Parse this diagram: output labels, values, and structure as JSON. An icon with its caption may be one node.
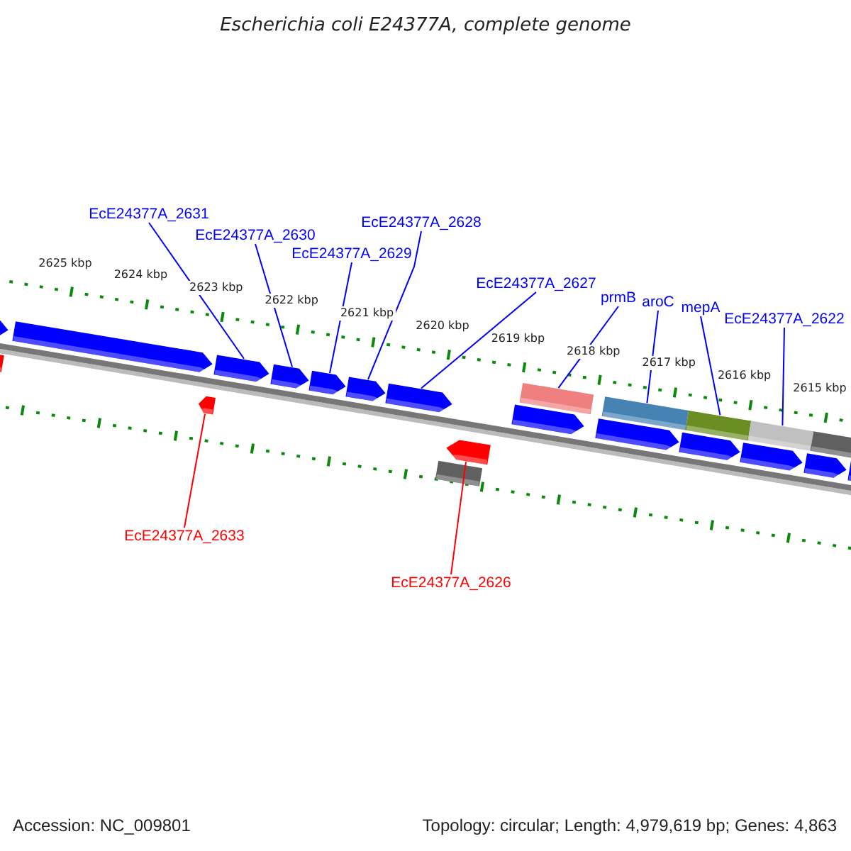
{
  "diagram": {
    "title": "Escherichia coli E24377A, complete genome",
    "nodes": [
      {
        "text": [
          "EcE24377A_2631"
        ]
      },
      {
        "text": [
          "EcE24377A_2630"
        ]
      },
      {
        "text": [
          "EcE24377A_2629"
        ]
      },
      {
        "text": [
          "EcE24377A_2628"
        ]
      },
      {
        "text": [
          "EcE24377A_2627"
        ]
      },
      {
        "text": [
          "prmB"
        ]
      },
      {
        "text": [
          "aroC"
        ]
      },
      {
        "text": [
          "mepA"
        ]
      },
      {
        "text": [
          "EcE24377A_2622"
        ]
      },
      {
        "text": [
          "EcE24377A_2633"
        ]
      },
      {
        "text": [
          "EcE24377A_2626"
        ]
      },
      {
        "text": [],
        "shape": "pentagon"
      },
      {
        "text": [],
        "shape": "pentagon"
      },
      {
        "text": [],
        "shape": "pentagon"
      },
      {
        "text": [],
        "shape": "pentagon"
      },
      {
        "text": [],
        "shape": "pentagon"
      },
      {
        "text": [],
        "shape": "bar"
      },
      {
        "text": [],
        "shape": "bar"
      },
      {
        "text": [],
        "shape": "bar"
      },
      {
        "text": [],
        "shape": "bar"
      },
      {
        "text": [],
        "shape": "pentagon"
      },
      {
        "text": [],
        "shape": "pentagon"
      },
      {
        "text": [],
        "shape": "pentagon"
      },
      {
        "text": [],
        "shape": "pentagon"
      },
      {
        "text": [],
        "shape": "pentagon"
      },
      {
        "text": [],
        "shape": "pentagon"
      },
      {
        "text": [],
        "shape": "pentagon"
      },
      {
        "text": [],
        "shape": "pentagon"
      },
      {
        "text": [],
        "shape": "pentagon"
      },
      {
        "text": [],
        "shape": "pentagon"
      },
      {
        "text": [],
        "shape": "bar"
      },
      {
        "text": [],
        "shape": "pentagon"
      },
      {
        "text": [],
        "shape": "bar"
      }
    ],
    "edges": [
      {
        "from": 0,
        "to": 11,
        "arrow": "none"
      },
      {
        "from": 1,
        "to": 12,
        "arrow": "none"
      },
      {
        "from": 2,
        "to": 13,
        "arrow": "none"
      },
      {
        "from": 3,
        "to": 14,
        "arrow": "none"
      },
      {
        "from": 4,
        "to": 15,
        "arrow": "none"
      },
      {
        "from": 5,
        "to": 16,
        "arrow": "none"
      },
      {
        "from": 6,
        "to": 17,
        "arrow": "none"
      },
      {
        "from": 7,
        "to": 18,
        "arrow": "none"
      },
      {
        "from": 8,
        "to": 19,
        "arrow": "none"
      },
      {
        "from": 9,
        "to": 20,
        "arrow": "none",
        "color": "#ff0000"
      },
      {
        "from": 10,
        "to": 21,
        "arrow": "none",
        "color": "#ff0000"
      }
    ],
    "labels": [
      "2625 kbp",
      "2624 kbp",
      "2623 kbp",
      "2622 kbp",
      "2621 kbp",
      "2620 kbp",
      "2619 kbp",
      "2618 kbp",
      "2617 kbp",
      "2616 kbp",
      "2615 kbp",
      "Accession: NC_009801",
      "Topology: circular; Length: 4,979,619 bp; Genes: 4,863"
    ]
  }
}
